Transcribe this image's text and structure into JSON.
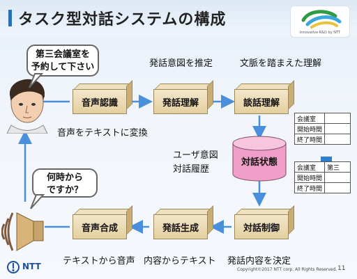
{
  "slide": {
    "title": "タスク型対話システムの構成",
    "page_number": "11",
    "copyright": "Copyright©2017 NTT corp. All Rights Reserved.",
    "logo_text": "Innovative R&D by NTT",
    "ntt": "NTT"
  },
  "bubbles": {
    "user": "第三会議室を\n予約して下さい",
    "system": "何時から\nですか？"
  },
  "top_labels": {
    "intent": "発話意図を推定",
    "context": "文脈を踏まえた理解",
    "asr_caption": "音声をテキストに変換"
  },
  "boxes": {
    "asr": "音声認識",
    "nlu": "発話理解",
    "dst": "談話理解",
    "dm": "対話制御",
    "nlg": "発話生成",
    "tts": "音声合成"
  },
  "state": {
    "label": "対話状態",
    "desc1": "ユーザ意図",
    "desc2": "対話履歴"
  },
  "bottom_labels": {
    "tts": "テキストから音声",
    "nlg": "内容からテキスト",
    "dm": "発話内容を決定"
  },
  "table_before": [
    [
      "会議室",
      ""
    ],
    [
      "開始時間",
      ""
    ],
    [
      "終了時間",
      ""
    ]
  ],
  "table_after": [
    [
      "会議室",
      "第三"
    ],
    [
      "開始時間",
      ""
    ],
    [
      "終了時間",
      ""
    ]
  ],
  "colors": {
    "accent": "#2a6fb8",
    "arrow": "#4a8fdc",
    "box": "#e8d6a8",
    "cylinder": "#f0a0c8"
  }
}
